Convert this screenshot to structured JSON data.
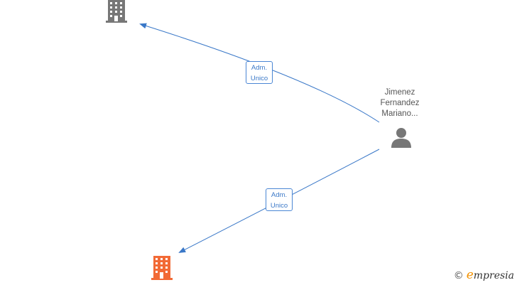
{
  "nodes": {
    "company_top": {
      "icon": "building-icon",
      "color": "#777777"
    },
    "company_bottom": {
      "icon": "building-icon",
      "color": "#f26a36"
    },
    "person": {
      "icon": "person-icon",
      "color": "#777777",
      "name_lines": [
        "Jimenez",
        "Fernandez",
        "Mariano..."
      ]
    }
  },
  "edges": [
    {
      "from": "person",
      "to": "company_top",
      "label_line1": "Adm.",
      "label_line2": "Unico"
    },
    {
      "from": "person",
      "to": "company_bottom",
      "label_line1": "Adm.",
      "label_line2": "Unico"
    }
  ],
  "colors": {
    "edge": "#3a78c8"
  },
  "watermark": {
    "copyright_symbol": "©",
    "brand_initial": "e",
    "brand_rest": "mpresia"
  }
}
